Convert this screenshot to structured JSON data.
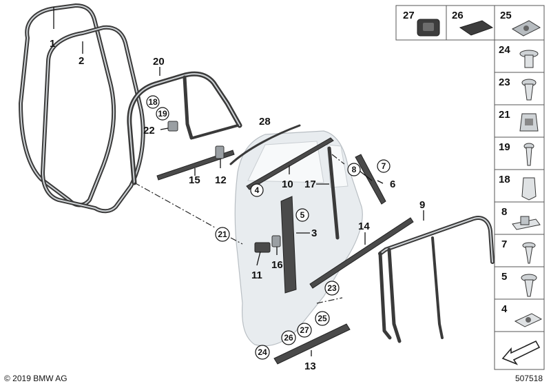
{
  "diagram": {
    "callouts_plain": [
      "1",
      "2",
      "3",
      "6",
      "9",
      "10",
      "11",
      "12",
      "13",
      "14",
      "15",
      "16",
      "17",
      "20",
      "22",
      "28"
    ],
    "callouts_circled": [
      "4",
      "5",
      "7",
      "8",
      "18",
      "19",
      "21",
      "23",
      "24",
      "25",
      "26",
      "27"
    ],
    "legend": [
      {
        "id": "27"
      },
      {
        "id": "26"
      },
      {
        "id": "25"
      },
      {
        "id": "24"
      },
      {
        "id": "23"
      },
      {
        "id": "21"
      },
      {
        "id": "19"
      },
      {
        "id": "18"
      },
      {
        "id": "8"
      },
      {
        "id": "7"
      },
      {
        "id": "5"
      },
      {
        "id": "4"
      }
    ]
  },
  "footer": {
    "copyright": "© 2019 BMW AG",
    "image_number": "507518"
  },
  "colors": {
    "seal": "#3a3a3a",
    "door_panel": "#e8ecef",
    "part_dark": "#4a4a4a",
    "part_grey": "#9a9fa3",
    "legend_bg": "#ffffff"
  }
}
